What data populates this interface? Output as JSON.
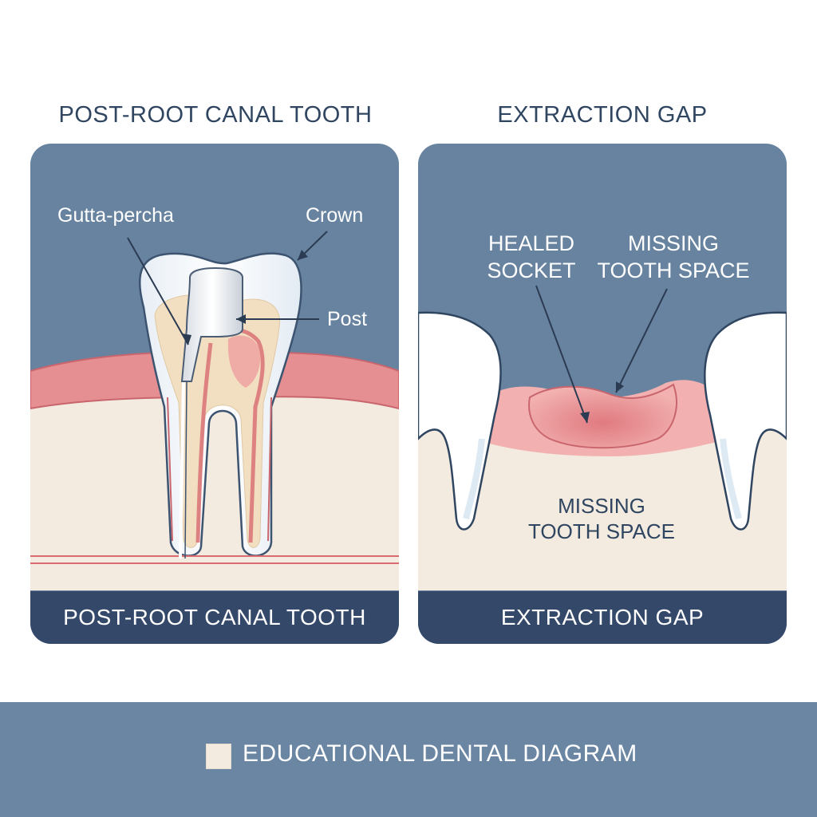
{
  "panels": {
    "left": {
      "heading": "POST-ROOT CANAL TOOTH",
      "caption": "POST-ROOT CANAL TOOTH",
      "labels": {
        "gutta_percha": "Gutta-percha",
        "crown": "Crown",
        "post": "Post"
      }
    },
    "right": {
      "heading": "EXTRACTION GAP",
      "caption": "EXTRACTION GAP",
      "labels": {
        "healed_socket_line1": "HEALED",
        "healed_socket_line2": "SOCKET",
        "missing_top_line1": "MISSING",
        "missing_top_line2": "TOOTH SPACE",
        "missing_bottom_line1": "MISSING",
        "missing_bottom_line2": "TOOTH SPACE"
      }
    }
  },
  "legend": {
    "label": "EDUCATIONAL DENTAL DIAGRAM"
  },
  "colors": {
    "panel_background": "#68839f",
    "caption_bar": "#34496a",
    "gum": "#e58f92",
    "bone": "#f3ebe0",
    "enamel": "#ffffff",
    "dentin": "#f2dfc2",
    "pulp": "#efa3a1",
    "footer": "#6a86a2"
  }
}
